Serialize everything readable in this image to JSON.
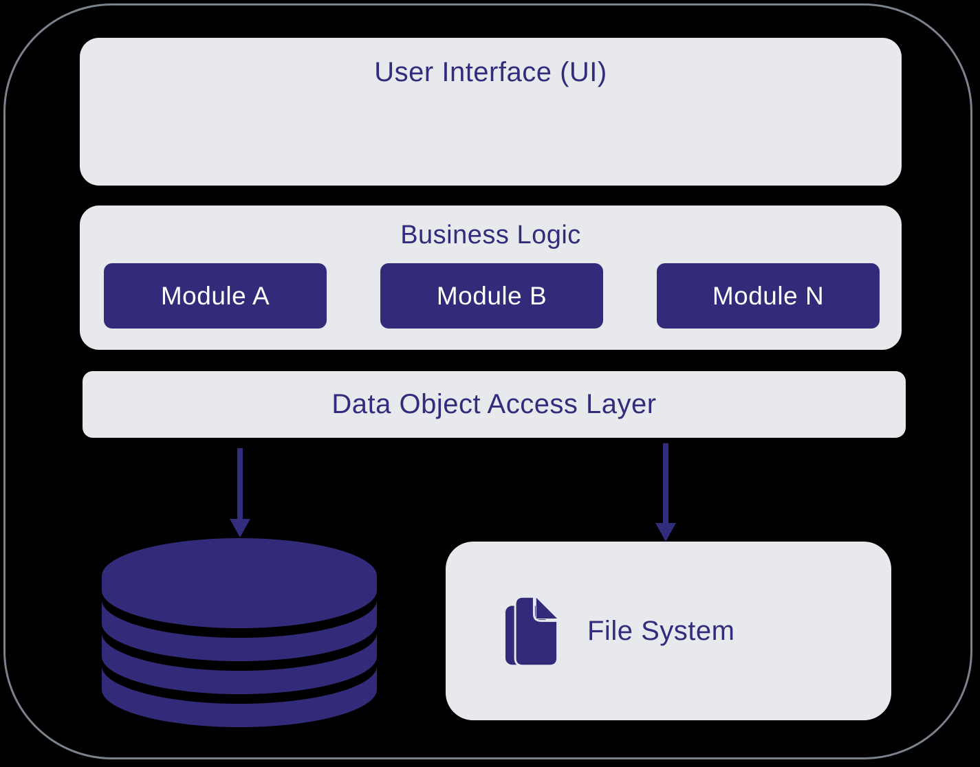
{
  "colors": {
    "background": "#000000",
    "frame_stroke": "#7c828c",
    "layer_fill": "#e8e9ec",
    "accent_indigo": "#322b79",
    "arrow_indigo": "#332d7d",
    "text_indigo": "#332c7c",
    "module_text": "#ffffff"
  },
  "diagram": {
    "ui_layer": {
      "label": "User Interface (UI)"
    },
    "business_logic": {
      "label": "Business Logic",
      "modules": [
        {
          "label": "Module A"
        },
        {
          "label": "Module B"
        },
        {
          "label": "Module N"
        }
      ]
    },
    "data_access": {
      "label": "Data Object Access Layer"
    },
    "storage": {
      "database": {
        "icon": "database-icon"
      },
      "file_system": {
        "label": "File System",
        "icon": "files-icon"
      }
    }
  }
}
